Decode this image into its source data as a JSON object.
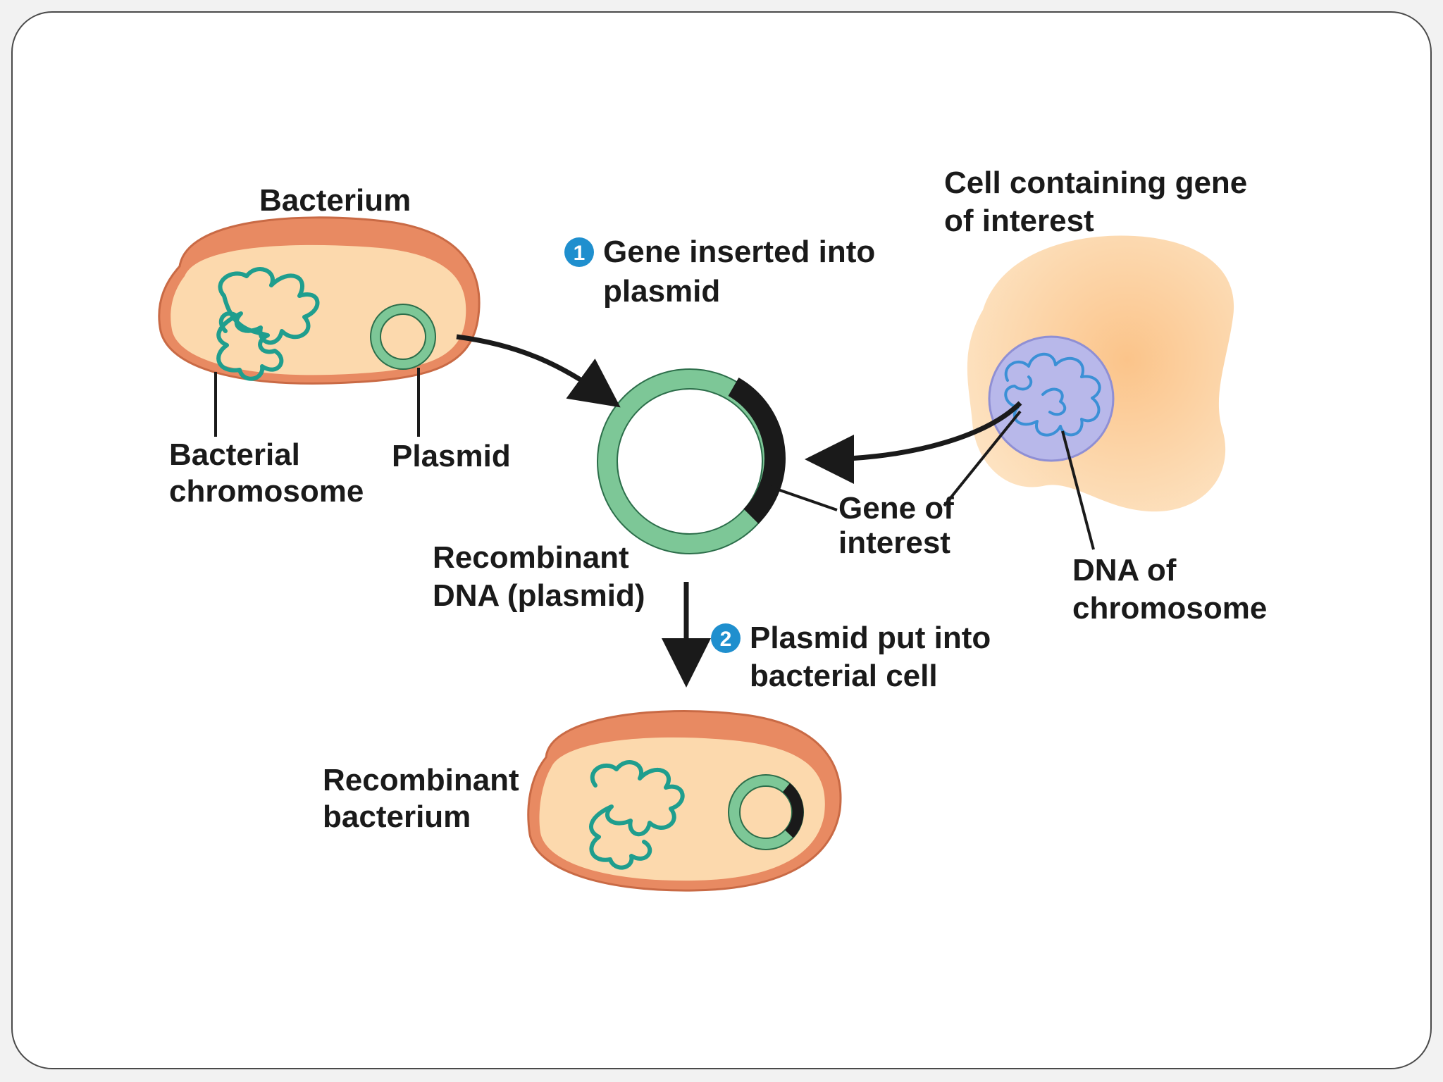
{
  "labels": {
    "bacterium": "Bacterium",
    "bacterial_chromosome_1": "Bacterial",
    "bacterial_chromosome_2": "chromosome",
    "plasmid": "Plasmid",
    "step1_number": "1",
    "step1_line1": "Gene inserted into",
    "step1_line2": "plasmid",
    "cell_line1": "Cell containing gene",
    "cell_line2": "of interest",
    "recombinant_dna_1": "Recombinant",
    "recombinant_dna_2": "DNA (plasmid)",
    "gene_of_interest_1": "Gene of",
    "gene_of_interest_2": "interest",
    "dna_of_chromosome_1": "DNA of",
    "dna_of_chromosome_2": "chromosome",
    "step2_number": "2",
    "step2_line1": "Plasmid put into",
    "step2_line2": "bacterial cell",
    "recombinant_bacterium_1": "Recombinant",
    "recombinant_bacterium_2": "bacterium"
  },
  "colors": {
    "cell_wall": "#e88a62",
    "cytoplasm": "#fcd9ad",
    "dna": "#1f9e8e",
    "plasmid": "#7dc797",
    "gene_insert": "#1a1a1a",
    "donor_cell": "#fbd3a0",
    "nucleus": "#b8b8ea",
    "nucleus_dna": "#3b90d6",
    "step_badge": "#1f8fce"
  }
}
